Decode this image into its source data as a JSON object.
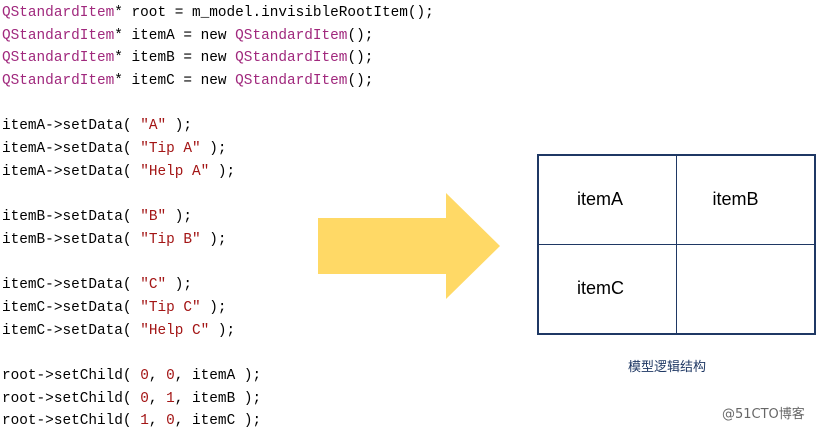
{
  "code": {
    "lines": [
      [
        {
          "t": "QStandardItem",
          "c": "type"
        },
        {
          "t": "* root = m_model.invisibleRootItem();",
          "c": "plain"
        }
      ],
      [
        {
          "t": "QStandardItem",
          "c": "type"
        },
        {
          "t": "* itemA = new ",
          "c": "plain"
        },
        {
          "t": "QStandardItem",
          "c": "type"
        },
        {
          "t": "();",
          "c": "plain"
        }
      ],
      [
        {
          "t": "QStandardItem",
          "c": "type"
        },
        {
          "t": "* itemB = new ",
          "c": "plain"
        },
        {
          "t": "QStandardItem",
          "c": "type"
        },
        {
          "t": "();",
          "c": "plain"
        }
      ],
      [
        {
          "t": "QStandardItem",
          "c": "type"
        },
        {
          "t": "* itemC = new ",
          "c": "plain"
        },
        {
          "t": "QStandardItem",
          "c": "type"
        },
        {
          "t": "();",
          "c": "plain"
        }
      ],
      [],
      [
        {
          "t": "itemA->setData( ",
          "c": "plain"
        },
        {
          "t": "\"A\"",
          "c": "str"
        },
        {
          "t": " );",
          "c": "plain"
        }
      ],
      [
        {
          "t": "itemA->setData( ",
          "c": "plain"
        },
        {
          "t": "\"Tip A\"",
          "c": "str"
        },
        {
          "t": " );",
          "c": "plain"
        }
      ],
      [
        {
          "t": "itemA->setData( ",
          "c": "plain"
        },
        {
          "t": "\"Help A\"",
          "c": "str"
        },
        {
          "t": " );",
          "c": "plain"
        }
      ],
      [],
      [
        {
          "t": "itemB->setData( ",
          "c": "plain"
        },
        {
          "t": "\"B\"",
          "c": "str"
        },
        {
          "t": " );",
          "c": "plain"
        }
      ],
      [
        {
          "t": "itemB->setData( ",
          "c": "plain"
        },
        {
          "t": "\"Tip B\"",
          "c": "str"
        },
        {
          "t": " );",
          "c": "plain"
        }
      ],
      [],
      [
        {
          "t": "itemC->setData( ",
          "c": "plain"
        },
        {
          "t": "\"C\"",
          "c": "str"
        },
        {
          "t": " );",
          "c": "plain"
        }
      ],
      [
        {
          "t": "itemC->setData( ",
          "c": "plain"
        },
        {
          "t": "\"Tip C\"",
          "c": "str"
        },
        {
          "t": " );",
          "c": "plain"
        }
      ],
      [
        {
          "t": "itemC->setData( ",
          "c": "plain"
        },
        {
          "t": "\"Help C\"",
          "c": "str"
        },
        {
          "t": " );",
          "c": "plain"
        }
      ],
      [],
      [
        {
          "t": "root->setChild( ",
          "c": "plain"
        },
        {
          "t": "0",
          "c": "num"
        },
        {
          "t": ", ",
          "c": "plain"
        },
        {
          "t": "0",
          "c": "num"
        },
        {
          "t": ", itemA );",
          "c": "plain"
        }
      ],
      [
        {
          "t": "root->setChild( ",
          "c": "plain"
        },
        {
          "t": "0",
          "c": "num"
        },
        {
          "t": ", ",
          "c": "plain"
        },
        {
          "t": "1",
          "c": "num"
        },
        {
          "t": ", itemB );",
          "c": "plain"
        }
      ],
      [
        {
          "t": "root->setChild( ",
          "c": "plain"
        },
        {
          "t": "1",
          "c": "num"
        },
        {
          "t": ", ",
          "c": "plain"
        },
        {
          "t": "0",
          "c": "num"
        },
        {
          "t": ", itemC );",
          "c": "plain"
        }
      ]
    ]
  },
  "diagram": {
    "cells": [
      "itemA",
      "itemB",
      "itemC",
      ""
    ],
    "caption": "模型逻辑结构"
  },
  "watermark": "@51CTO博客",
  "colors": {
    "type_keyword": "#a0287d",
    "string_literal": "#a31515",
    "arrow_fill": "#ffd966",
    "table_border": "#1f3864"
  },
  "icons": {
    "arrow": "right-arrow-icon"
  }
}
